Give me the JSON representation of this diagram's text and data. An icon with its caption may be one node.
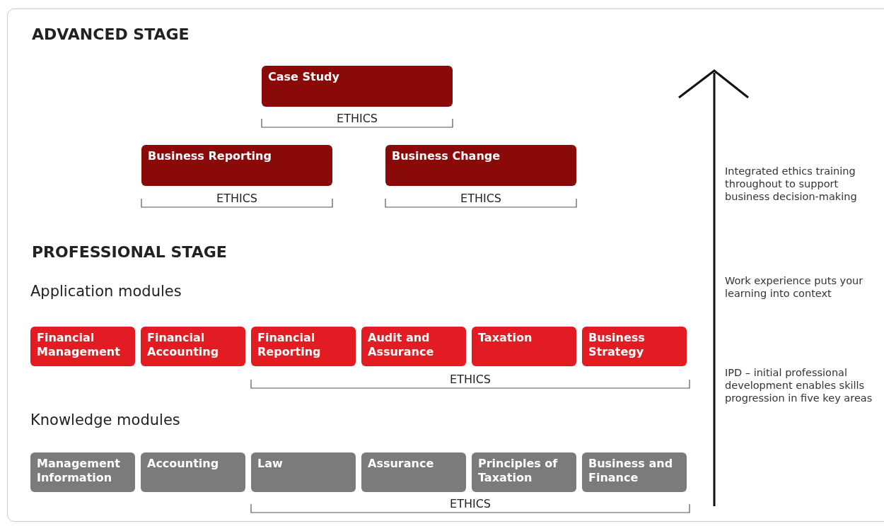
{
  "diagram": {
    "nodes": [
      {
        "text": [
          "Case Study"
        ]
      },
      {
        "text": [
          "Business Reporting"
        ]
      },
      {
        "text": [
          "Business Change"
        ]
      },
      {
        "text": [
          "Financial Management"
        ]
      },
      {
        "text": [
          "Financial Accounting"
        ]
      },
      {
        "text": [
          "Financial Reporting"
        ]
      },
      {
        "text": [
          "Audit and Assurance"
        ]
      },
      {
        "text": [
          "Taxation"
        ]
      },
      {
        "text": [
          "Business Strategy"
        ]
      },
      {
        "text": [
          "Management Information"
        ]
      },
      {
        "text": [
          "Accounting"
        ]
      },
      {
        "text": [
          "Law"
        ]
      },
      {
        "text": [
          "Assurance"
        ]
      },
      {
        "text": [
          "Principles of Taxation"
        ]
      },
      {
        "text": [
          "Business and Finance"
        ]
      }
    ],
    "labels": [
      "ADVANCED STAGE",
      "ETHICS",
      "ETHICS",
      "ETHICS",
      "Integrated ethics training throughout to support business decision-making",
      "PROFESSIONAL STAGE",
      "Work experience puts your learning into context",
      "Application modules",
      "IPD – initial professional development enables skills progression in five key areas",
      "ETHICS",
      "Knowledge modules",
      "ETHICS"
    ]
  }
}
